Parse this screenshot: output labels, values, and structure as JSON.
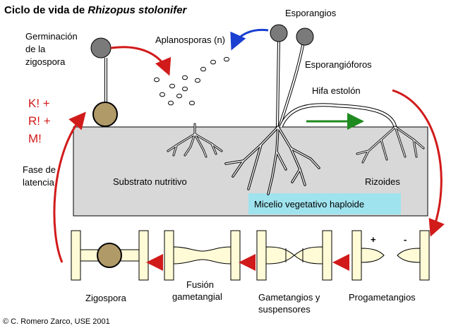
{
  "title": {
    "prefix": "Ciclo de vida de ",
    "species": "Rhizopus stolonifer"
  },
  "labels": {
    "germination_1": "Germinación",
    "germination_2": "de la",
    "germination_3": "zigospora",
    "aplanospores": "Aplanosporas (n)",
    "sporangia": "Esporangios",
    "sporangiophores": "Esporangióforos",
    "stolon_hypha": "Hifa estolón",
    "substrate": "Substrato nutritivo",
    "rhizoids": "Rizoides",
    "mycelium": "Micelio vegetativo haploide",
    "latency_1": "Fase de",
    "latency_2": "latencia",
    "kmr_1": "K! +",
    "kmr_2": "R! +",
    "kmr_3": "M!",
    "zygospore": "Zigospora",
    "fusion_1": "Fusión",
    "fusion_2": "gametangial",
    "gametangia_1": "Gametangios y",
    "gametangia_2": "suspensores",
    "progametangia": "Progametangios",
    "plus": "+",
    "minus": "-",
    "credit": "© C. Romero Zarco, USE 2001"
  },
  "colors": {
    "substrate_fill": "#d8d8d8",
    "sporangium": "#7a7a7a",
    "zygospore": "#b09a68",
    "cell_fill": "#fffbd6",
    "arrow_red": "#d11a1a",
    "arrow_blue": "#1a3fd1",
    "arrow_green": "#1f8a1f",
    "mycelium_box": "#9fe3ee"
  }
}
